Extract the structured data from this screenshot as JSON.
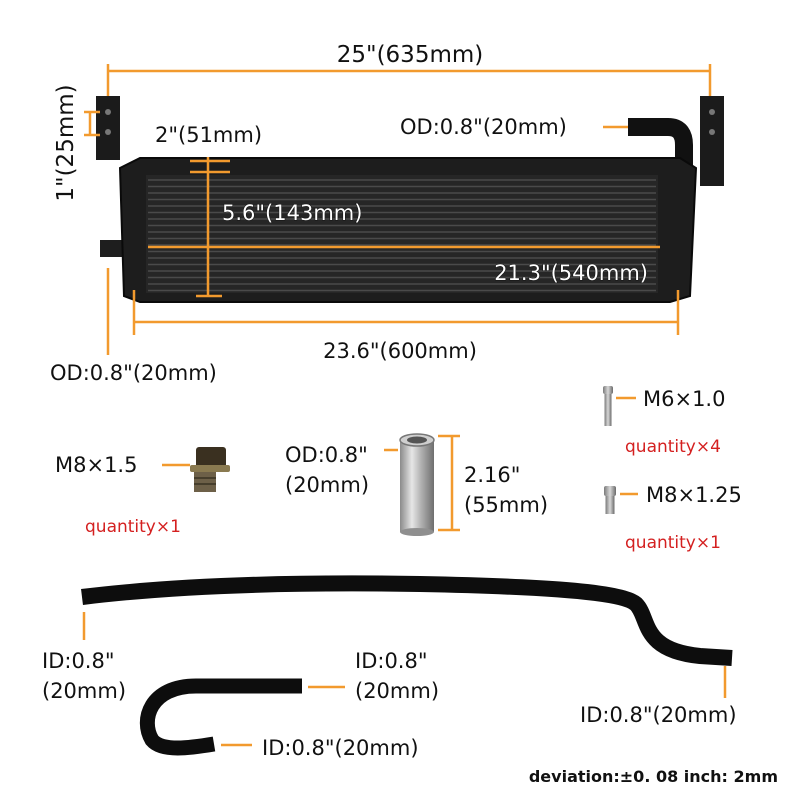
{
  "colors": {
    "accent": "#f29a2e",
    "quantity": "#d42020",
    "text": "#111111"
  },
  "radiator": {
    "overall_length": "25\"(635mm)",
    "bracket_width": "1\"(25mm)",
    "core_thickness": "2\"(51mm)",
    "core_height": "5.6\"(143mm)",
    "core_length": "21.3\"(540mm)",
    "tank_length": "23.6\"(600mm)",
    "outlet_od": "OD:0.8\"(20mm)",
    "inlet_od": "OD:0.8\"(20mm)"
  },
  "hardware": {
    "bolt_m8x15": {
      "label": "M8×1.5",
      "qty": "quantity×1"
    },
    "fitting": {
      "od_line1": "OD:0.8\"",
      "od_line2": "(20mm)",
      "len_line1": "2.16\"",
      "len_line2": "(55mm)"
    },
    "bolt_m6": {
      "label": "M6×1.0",
      "qty": "quantity×4"
    },
    "bolt_m8x125": {
      "label": "M8×1.25",
      "qty": "quantity×1"
    }
  },
  "hoses": {
    "long_left_line1": "ID:0.8\"",
    "long_left_line2": "(20mm)",
    "long_right": "ID:0.8\"(20mm)",
    "short_top_line1": "ID:0.8\"",
    "short_top_line2": "(20mm)",
    "short_bottom": "ID:0.8\"(20mm)"
  },
  "footer": {
    "deviation": "deviation:±0. 08 inch: 2mm"
  }
}
